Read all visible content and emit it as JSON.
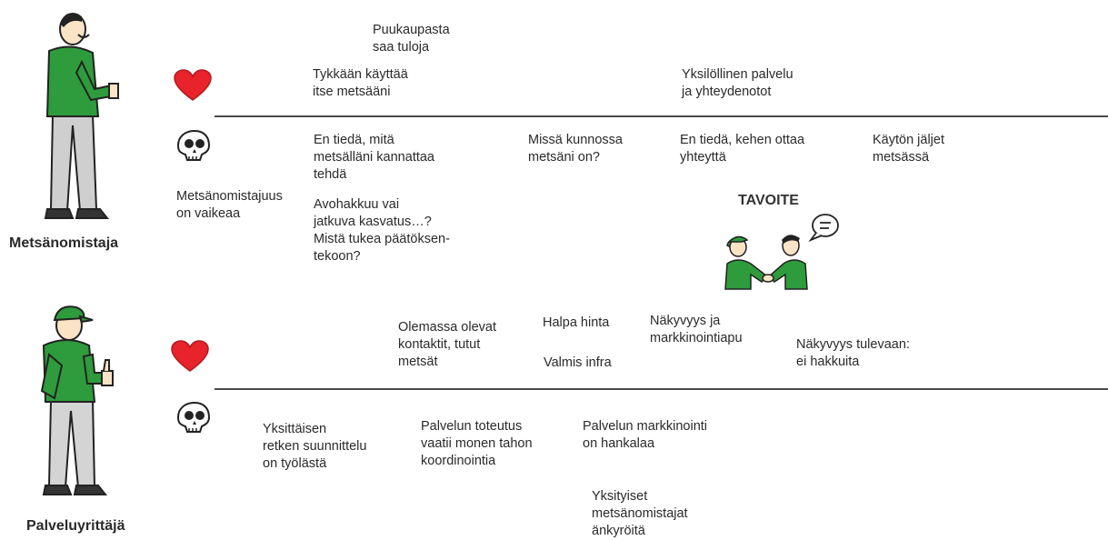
{
  "colors": {
    "accent_green": "#2e9b3c",
    "heart_red": "#e8232b",
    "divider": "#4a4a4a"
  },
  "icons": {
    "like": "heart-icon",
    "dislike": "skull-icon"
  },
  "owner": {
    "name": "Metsänomistaja",
    "likes": [
      "Puukaupasta\nsaa tuloja",
      "Tykkään käyttää\nitse metsääni",
      "Yksilöllinen palvelu\nja yhteydenotot"
    ],
    "pains": [
      "Metsänomistajuus\non vaikeaa",
      "En tiedä, mitä\nmetsälläni kannattaa\ntehdä",
      "Avohakkuu vai\njatkuva kasvatus…?\nMistä tukea päätöksen-\ntekoon?",
      "Missä kunnossa\nmetsäni on?",
      "En tiedä, kehen ottaa\nyhteyttä",
      "Käytön jäljet\nmetsässä"
    ]
  },
  "goal": {
    "title": "TAVOITE"
  },
  "entrepreneur": {
    "name": "Palveluyrittäjä",
    "likes": [
      "Olemassa olevat\nkontaktit, tutut\nmetsät",
      "Halpa hinta",
      "Valmis infra",
      "Näkyvyys ja\nmarkkinointiapu",
      "Näkyvyys tulevaan:\nei hakkuita"
    ],
    "pains": [
      "Yksittäisen\nretken suunnittelu\non työlästä",
      "Palvelun toteutus\nvaatii monen tahon\nkoordinointia",
      "Palvelun markkinointi\non hankalaa",
      "Yksityiset\nmetsänomistajat\nänkyröitä"
    ]
  }
}
